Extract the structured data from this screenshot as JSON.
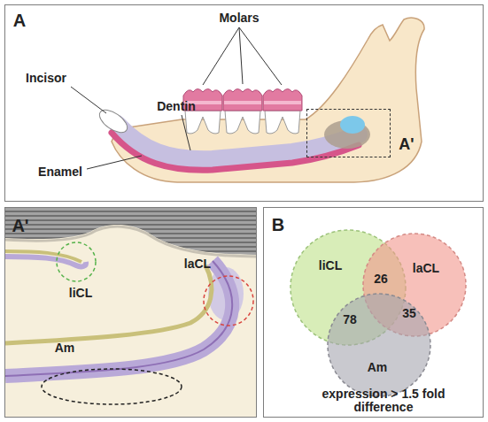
{
  "diagram": {
    "nodes": [
      {
        "text": [
          "A"
        ]
      },
      {
        "text": [
          "A'"
        ],
        "in": 0
      },
      {
        "text": [
          "A'"
        ]
      },
      {
        "text": [
          "liCL"
        ],
        "in": 2
      },
      {
        "text": [
          "laCL"
        ],
        "in": 2
      },
      {
        "text": [
          "Am"
        ],
        "in": 2
      },
      {
        "text": [
          "B"
        ]
      },
      {
        "text": [
          "liCL"
        ],
        "in": 6
      },
      {
        "text": [
          "laCL"
        ],
        "in": 6
      },
      {
        "text": [
          "Am"
        ],
        "in": 6
      }
    ],
    "labels": [
      "Incisor",
      "Molars",
      "Dentin",
      "Enamel",
      "26",
      "78",
      "35",
      "expression > 1.5 fold difference"
    ]
  }
}
